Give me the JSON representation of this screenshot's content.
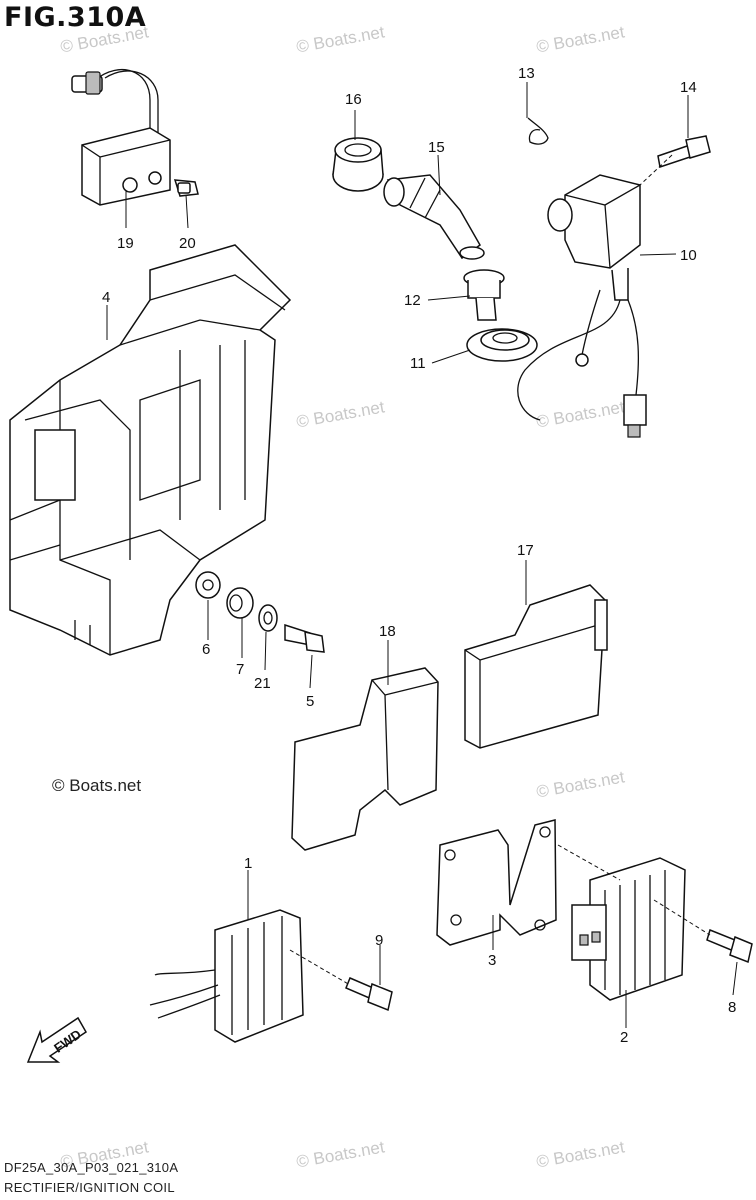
{
  "figure": {
    "title": "FIG.310A",
    "code": "DF25A_30A_P03_021_310A",
    "subtitle": "RECTIFIER/IGNITION COIL",
    "copyright": "© Boats.net",
    "watermark": "© Boats.net"
  },
  "fwd_label": "FWD",
  "callouts": [
    "1",
    "2",
    "3",
    "4",
    "5",
    "6",
    "7",
    "8",
    "9",
    "10",
    "11",
    "12",
    "13",
    "14",
    "15",
    "16",
    "17",
    "18",
    "19",
    "20",
    "21"
  ]
}
